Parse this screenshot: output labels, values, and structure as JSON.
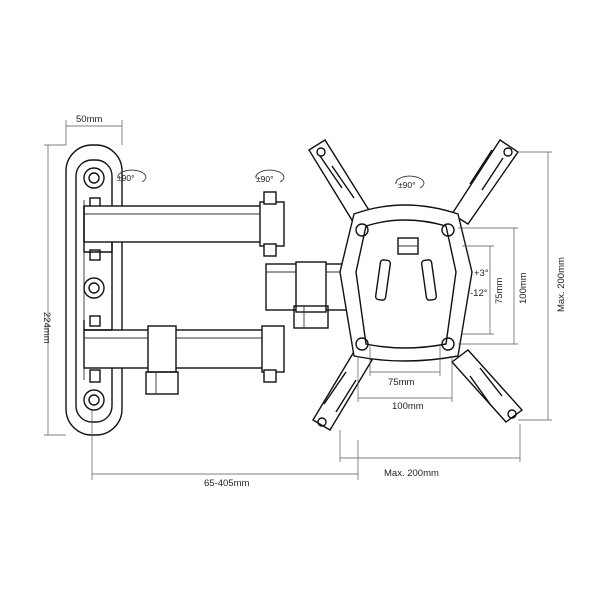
{
  "dimensions": {
    "plate_width": "50mm",
    "plate_height": "224mm",
    "extension": "65-405mm",
    "max_width": "Max. 200mm",
    "max_height": "Max. 200mm",
    "vesa_h_small": "75mm",
    "vesa_h_large": "100mm",
    "vesa_v_small": "75mm",
    "vesa_v_large": "100mm"
  },
  "rotations": {
    "wall_pivot": "±90°",
    "arm_pivot": "±90°",
    "head_rotation": "±90°"
  },
  "tilt": {
    "up": "+3°",
    "down": "-12°"
  },
  "colors": {
    "line": "#111111",
    "dimension_line": "#555555",
    "background": "#ffffff"
  }
}
